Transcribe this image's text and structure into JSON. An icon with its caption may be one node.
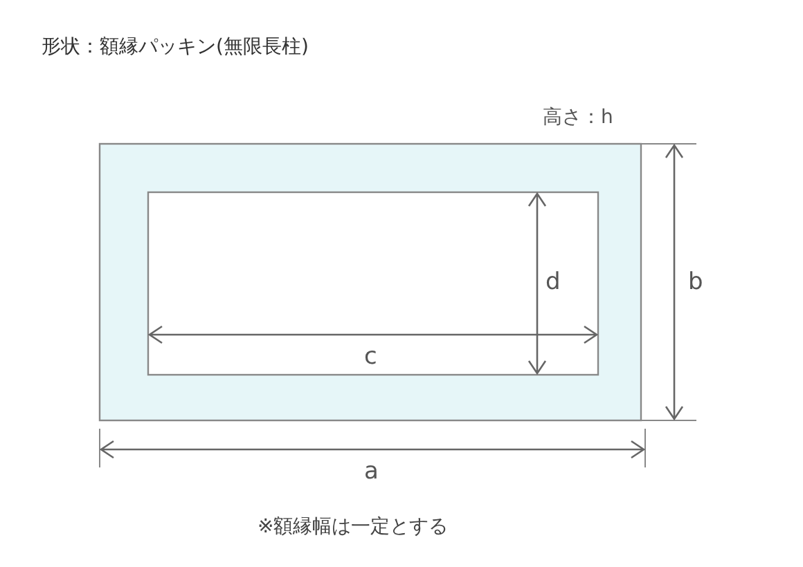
{
  "diagram": {
    "title": "形状：額縁パッキン(無限長柱)",
    "caption": "※額縁幅は一定とする",
    "labels": [
      "高さ：h",
      "d",
      "b",
      "c",
      "a"
    ]
  }
}
